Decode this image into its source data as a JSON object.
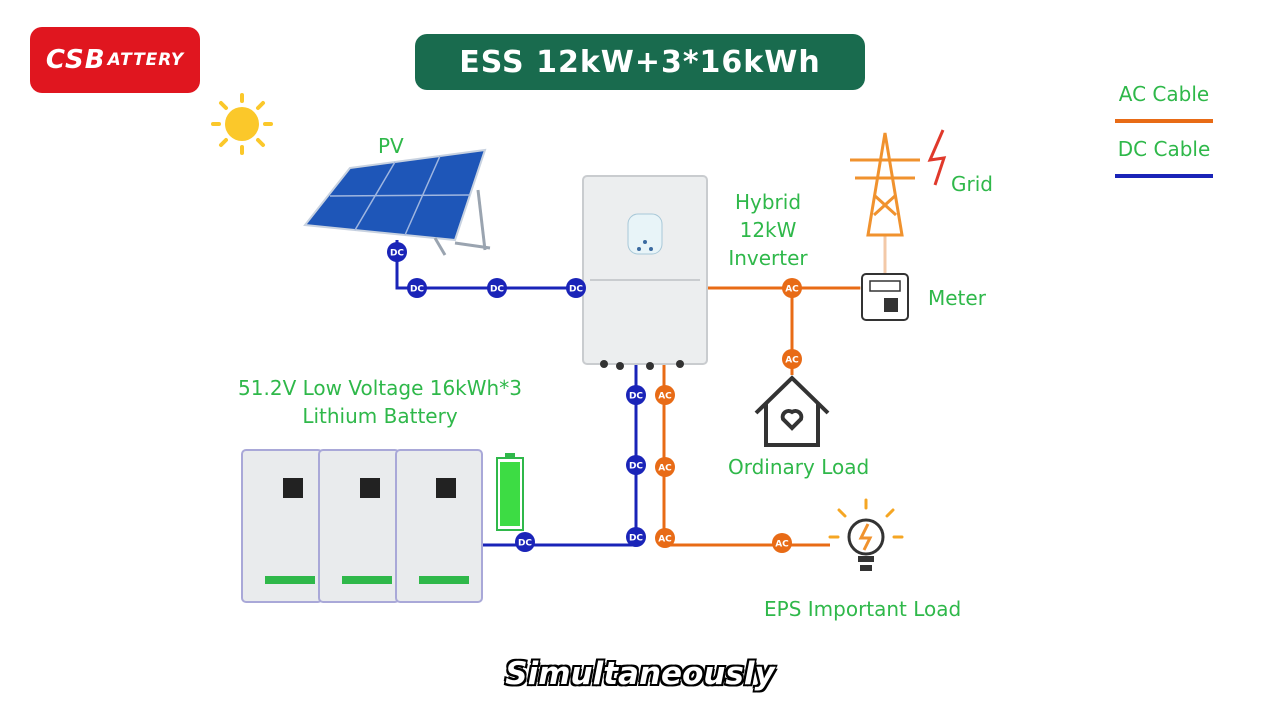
{
  "logo": {
    "main": "CSB",
    "sub": "ATTERY"
  },
  "title": "ESS 12kW+3*16kWh",
  "legend": {
    "ac": "AC Cable",
    "dc": "DC Cable"
  },
  "colors": {
    "ac": "#e86b16",
    "dc": "#1a24b8",
    "label": "#2fb84a",
    "title_bg": "#196b4e",
    "logo_bg": "#e0161f"
  },
  "labels": {
    "pv": "PV",
    "inverter": [
      "Hybrid",
      "12kW",
      "Inverter"
    ],
    "grid": "Grid",
    "meter": "Meter",
    "battery": [
      "51.2V Low Voltage 16kWh*3",
      "Lithium Battery"
    ],
    "ordinary_load": "Ordinary Load",
    "eps_load": "EPS Important Load"
  },
  "badges": {
    "dc": "DC",
    "ac": "AC"
  },
  "caption": "Simultaneously"
}
